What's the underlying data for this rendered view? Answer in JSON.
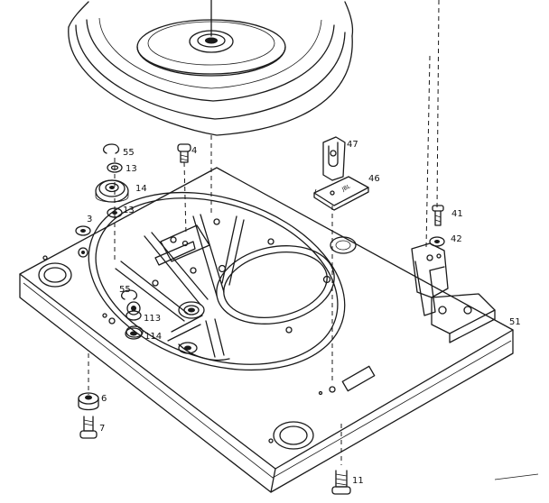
{
  "callouts": {
    "c55a": "55",
    "c13a": "13",
    "c4": "4",
    "c14": "14",
    "c13b": "13",
    "c3": "3",
    "c47": "47",
    "c46": "46",
    "c41": "41",
    "c42": "42",
    "c55b": "55",
    "c113": "113",
    "c114": "114",
    "c51": "51",
    "c6": "6",
    "c7": "7",
    "c11": "11"
  }
}
